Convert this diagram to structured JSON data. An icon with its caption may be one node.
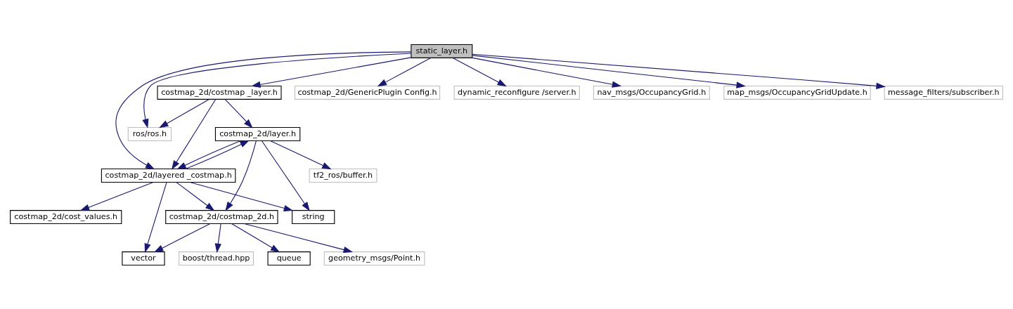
{
  "diagram": {
    "nodes": [
      {
        "text": [
          "static_layer.h"
        ]
      },
      {
        "text": [
          "costmap_2d/costmap _layer.h"
        ]
      },
      {
        "text": [
          "costmap_2d/GenericPlugin Config.h"
        ]
      },
      {
        "text": [
          "dynamic_reconfigure /server.h"
        ]
      },
      {
        "text": [
          "nav_msgs/OccupancyGrid.h"
        ]
      },
      {
        "text": [
          "map_msgs/OccupancyGridUpdate.h"
        ]
      },
      {
        "text": [
          "message_filters/subscriber.h"
        ]
      },
      {
        "text": [
          "ros/ros.h"
        ]
      },
      {
        "text": [
          "costmap_2d/layer.h"
        ]
      },
      {
        "text": [
          "costmap_2d/layered _costmap.h"
        ]
      },
      {
        "text": [
          "tf2_ros/buffer.h"
        ]
      },
      {
        "text": [
          "costmap_2d/cost_values.h"
        ]
      },
      {
        "text": [
          "costmap_2d/costmap_2d.h"
        ]
      },
      {
        "text": [
          "string"
        ]
      },
      {
        "text": [
          "vector"
        ]
      },
      {
        "text": [
          "boost/thread.hpp"
        ]
      },
      {
        "text": [
          "queue"
        ]
      },
      {
        "text": [
          "geometry_msgs/Point.h"
        ]
      }
    ],
    "edges": [
      {
        "from": 0,
        "to": 1,
        "arrow": "to"
      },
      {
        "from": 0,
        "to": 2,
        "arrow": "to"
      },
      {
        "from": 0,
        "to": 3,
        "arrow": "to"
      },
      {
        "from": 0,
        "to": 4,
        "arrow": "to"
      },
      {
        "from": 0,
        "to": 5,
        "arrow": "to"
      },
      {
        "from": 0,
        "to": 6,
        "arrow": "to"
      },
      {
        "from": 0,
        "to": 7,
        "arrow": "to"
      },
      {
        "from": 0,
        "to": 9,
        "arrow": "to"
      },
      {
        "from": 1,
        "to": 7,
        "arrow": "to"
      },
      {
        "from": 1,
        "to": 8,
        "arrow": "to"
      },
      {
        "from": 1,
        "to": 9,
        "arrow": "to"
      },
      {
        "from": 8,
        "to": 9,
        "arrow": "to"
      },
      {
        "from": 8,
        "to": 10,
        "arrow": "to"
      },
      {
        "from": 8,
        "to": 12,
        "arrow": "to"
      },
      {
        "from": 8,
        "to": 13,
        "arrow": "to"
      },
      {
        "from": 9,
        "to": 8,
        "arrow": "to"
      },
      {
        "from": 9,
        "to": 14,
        "arrow": "to"
      },
      {
        "from": 9,
        "to": 11,
        "arrow": "to"
      },
      {
        "from": 9,
        "to": 12,
        "arrow": "to"
      },
      {
        "from": 9,
        "to": 13,
        "arrow": "to"
      },
      {
        "from": 12,
        "to": 14,
        "arrow": "to"
      },
      {
        "from": 12,
        "to": 15,
        "arrow": "to"
      },
      {
        "from": 12,
        "to": 16,
        "arrow": "to"
      },
      {
        "from": 12,
        "to": 17,
        "arrow": "to"
      }
    ]
  }
}
